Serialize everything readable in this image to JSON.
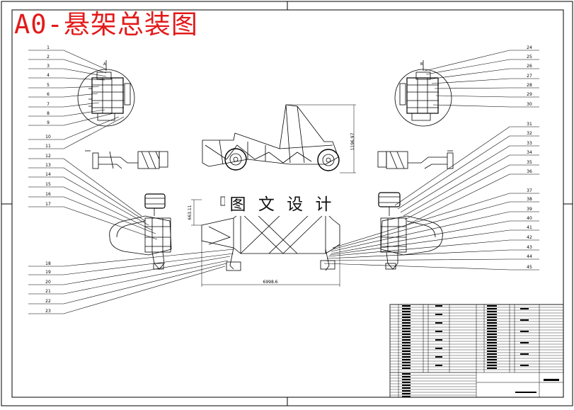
{
  "title": "A0-悬架总装图",
  "watermark": "图 文 设 计",
  "left_callouts": [
    "1",
    "2",
    "3",
    "4",
    "5",
    "6",
    "7",
    "8",
    "9",
    "10",
    "11",
    "12",
    "13",
    "14",
    "15",
    "16",
    "17",
    "18",
    "19",
    "20",
    "21",
    "22",
    "23"
  ],
  "right_callouts": [
    "24",
    "25",
    "26",
    "27",
    "28",
    "29",
    "30",
    "31",
    "32",
    "33",
    "34",
    "35",
    "36",
    "37",
    "38",
    "39",
    "40",
    "41",
    "42",
    "43",
    "44",
    "45"
  ],
  "dimensions": {
    "height_side": "1196.97",
    "height_front": "663.11",
    "width_bottom": "6998.6"
  },
  "colors": {
    "title": "#e31a1a",
    "line": "#000000",
    "background": "#ffffff"
  }
}
